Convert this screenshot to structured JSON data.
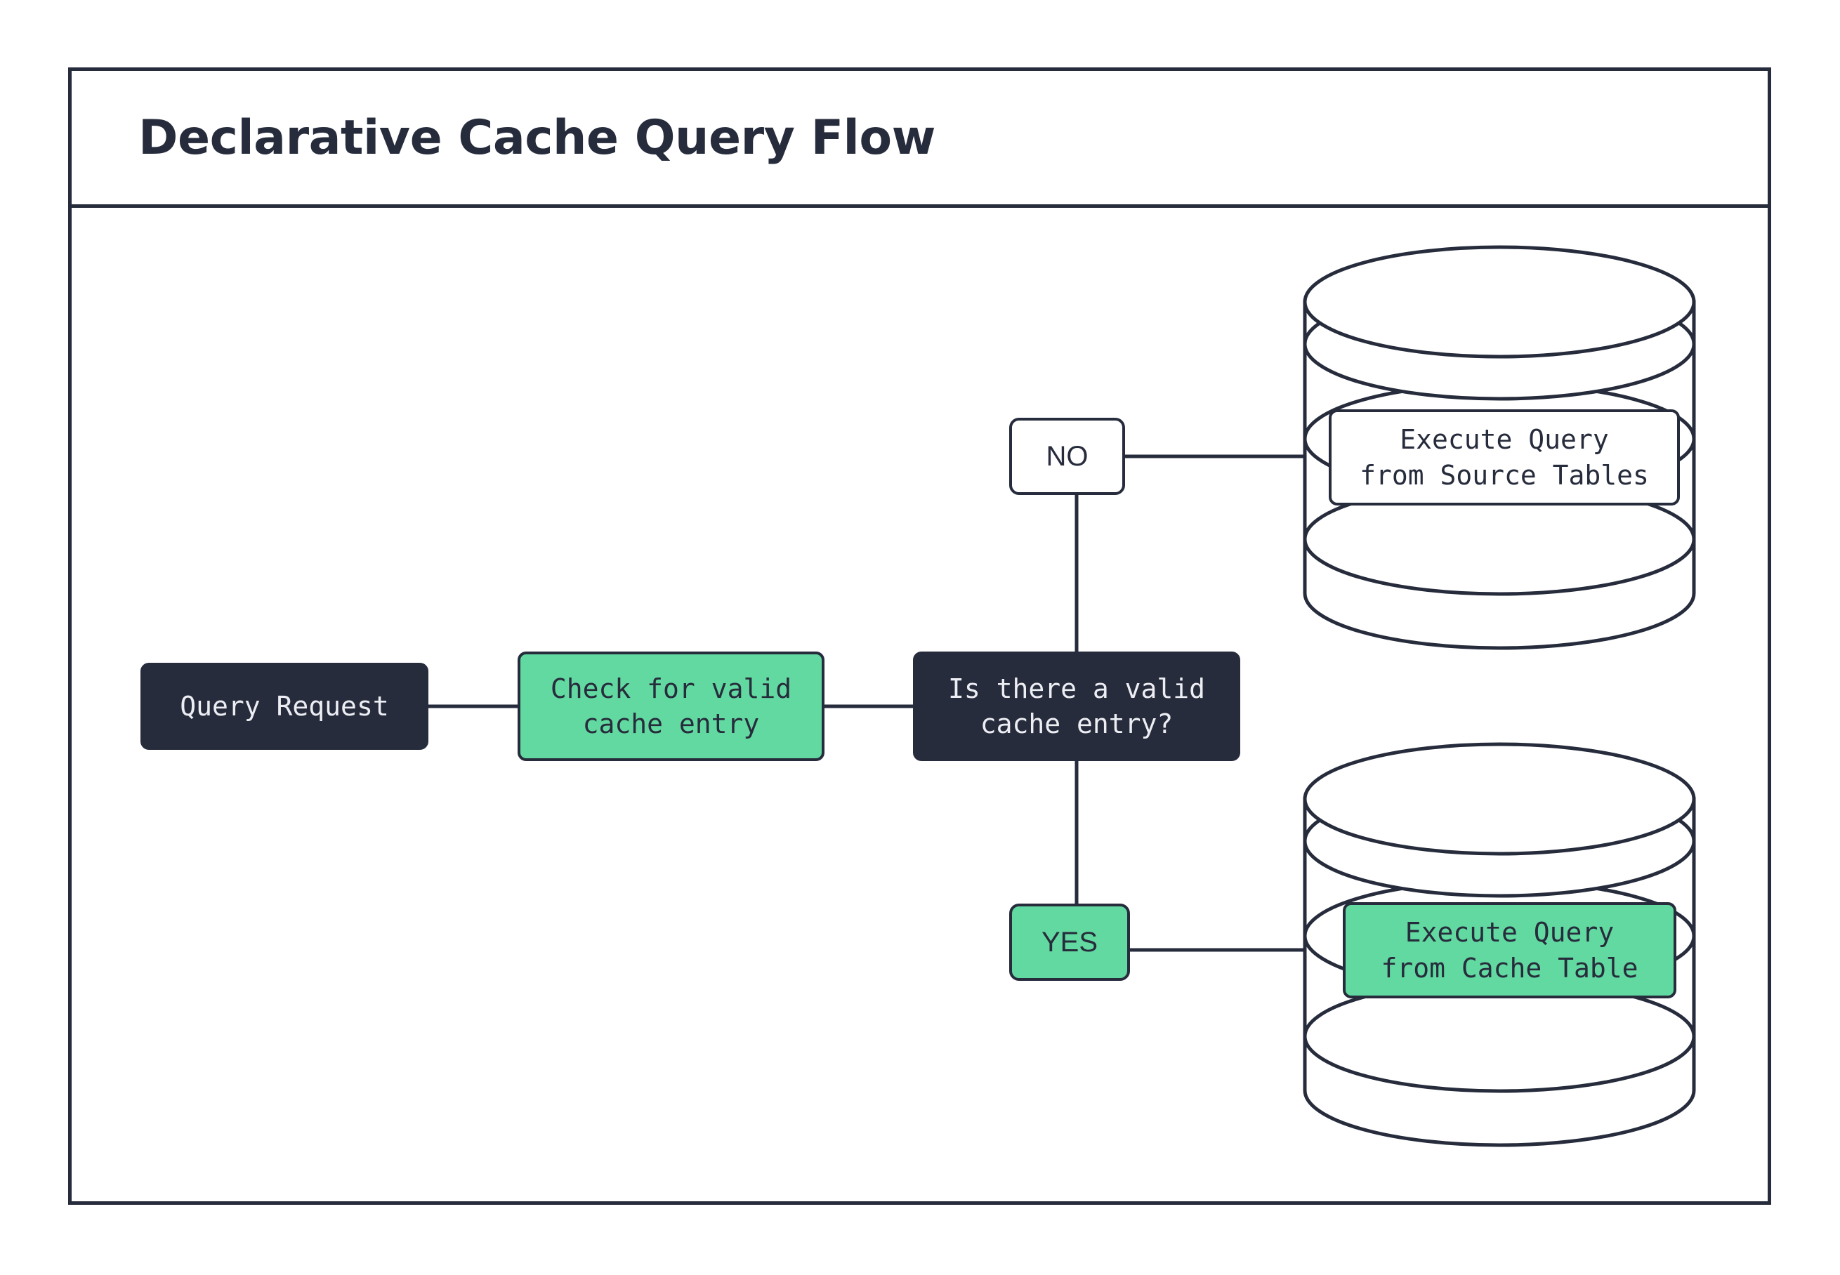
{
  "frame": {
    "title": "Declarative Cache Query Flow"
  },
  "colors": {
    "ink": "#272c3c",
    "accent_green": "#62d9a0",
    "surface": "#ffffff",
    "text_on_dark": "#eceef3"
  },
  "diagram": {
    "type": "flowchart",
    "nodes": [
      {
        "id": "query-request",
        "label": "Query Request",
        "shape": "rounded-rect",
        "style": "dark"
      },
      {
        "id": "check-cache",
        "label": "Check for valid\ncache entry",
        "shape": "rounded-rect",
        "style": "green"
      },
      {
        "id": "decision",
        "label": "Is there a valid\ncache entry?",
        "shape": "rounded-rect",
        "style": "dark"
      },
      {
        "id": "source-db",
        "label": "Execute Query\nfrom Source Tables",
        "shape": "database",
        "style": "white"
      },
      {
        "id": "cache-db",
        "label": "Execute Query\nfrom Cache Table",
        "shape": "database",
        "style": "green"
      }
    ],
    "edge_labels": [
      {
        "id": "no",
        "label": "NO",
        "style": "white"
      },
      {
        "id": "yes",
        "label": "YES",
        "style": "green"
      }
    ],
    "edges": [
      {
        "from": "query-request",
        "to": "check-cache",
        "label": ""
      },
      {
        "from": "check-cache",
        "to": "decision",
        "label": ""
      },
      {
        "from": "decision",
        "to": "source-db",
        "label": "NO"
      },
      {
        "from": "decision",
        "to": "cache-db",
        "label": "YES"
      }
    ]
  }
}
